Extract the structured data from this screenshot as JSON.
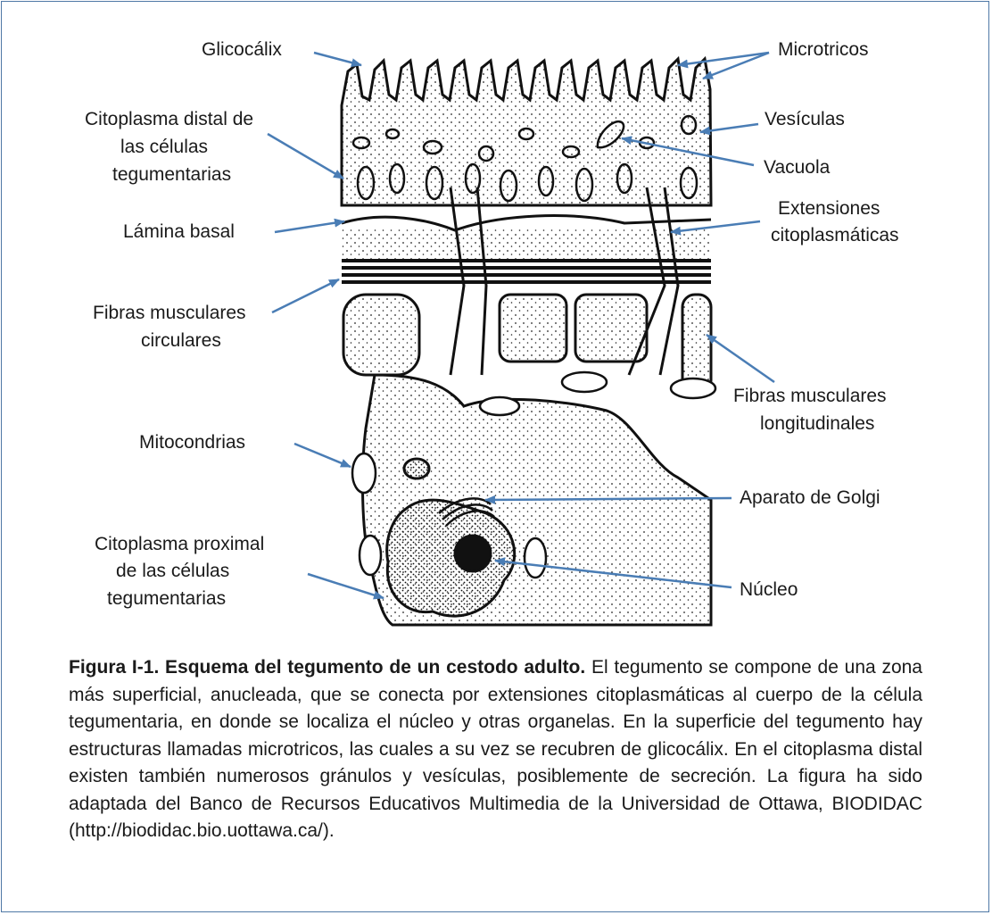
{
  "colors": {
    "arrow": "#4a7db5",
    "border": "#4f78a6",
    "ink": "#111111"
  },
  "labels": {
    "glicocalix": "Glicocálix",
    "microtricos": "Microtricos",
    "citoplasma_distal": [
      "Citoplasma distal de",
      "las células",
      "tegumentarias"
    ],
    "vesiculas": "Vesículas",
    "vacuola": "Vacuola",
    "lamina_basal": "Lámina basal",
    "extensiones": [
      "Extensiones",
      "citoplasmáticas"
    ],
    "fibras_circulares": [
      "Fibras musculares",
      "circulares"
    ],
    "fibras_longitudinales": [
      "Fibras musculares",
      "longitudinales"
    ],
    "mitocondrias": "Mitocondrias",
    "golgi": "Aparato de Golgi",
    "citoplasma_proximal": [
      "Citoplasma proximal",
      "de las células",
      "tegumentarias"
    ],
    "nucleo": "Núcleo"
  },
  "caption": {
    "title": "Figura I-1. Esquema del tegumento de un cestodo adulto.",
    "text": " El tegumento se compone de una zona más superficial, anucleada, que se conecta por extensiones citoplasmáticas al cuerpo de la célula tegumentaria, en donde se localiza el núcleo y otras organelas. En la superficie del tegumento hay estructuras llamadas microtricos, las cuales a su vez se recubren de glicocálix. En el citoplasma distal existen también numerosos gránulos y vesículas, posiblemente de secreción. La figura ha sido adaptada del Banco de Recursos Educativos Multimedia de la Universidad de Ottawa, BIODIDAC (http://biodidac.bio.uottawa.ca/)."
  }
}
